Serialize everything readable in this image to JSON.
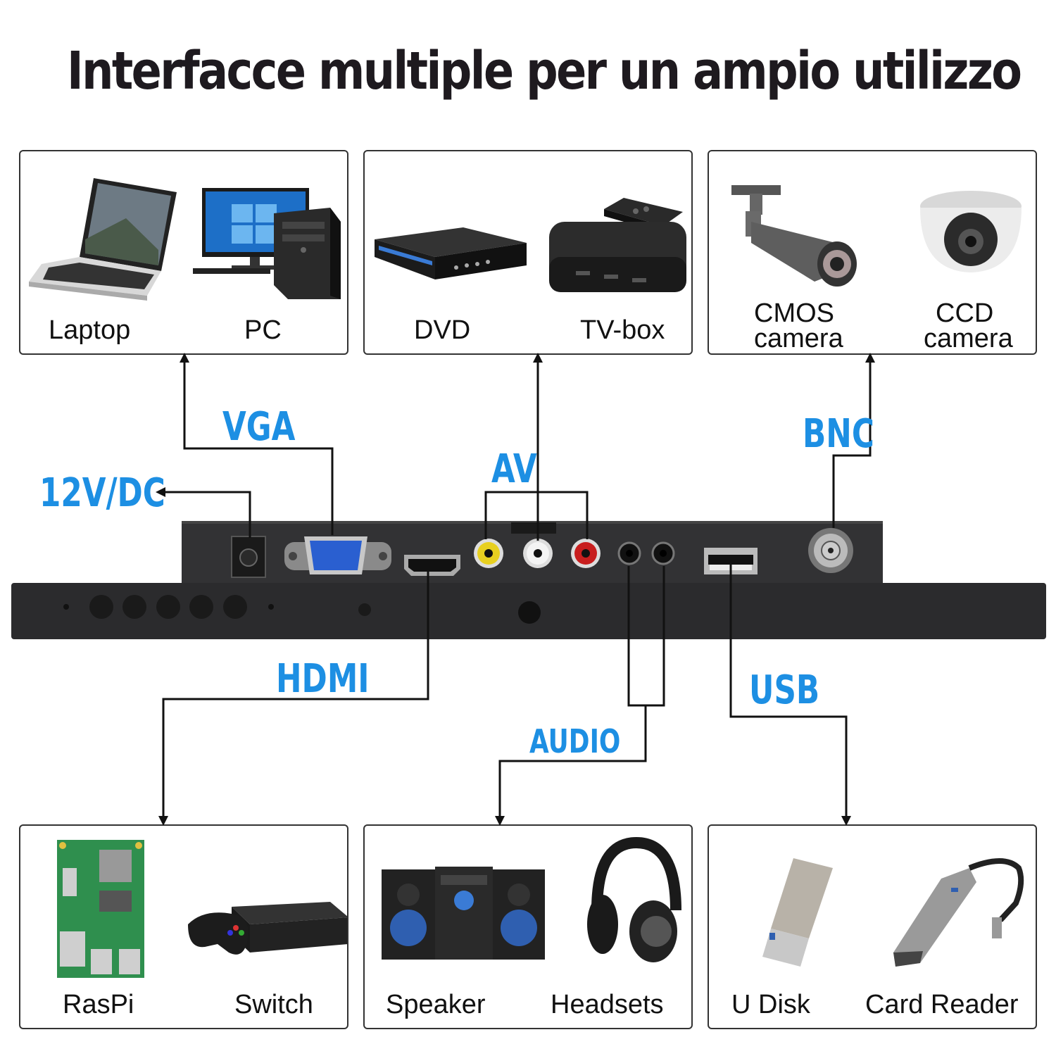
{
  "title": "Interfacce multiple per un ampio utilizzo",
  "colors": {
    "port_label": "#1d8fe3",
    "device_body": "#2b2b2d",
    "frame": "#333333"
  },
  "ports": {
    "vga": "VGA",
    "av": "AV",
    "bnc": "BNC",
    "dc": "12V/DC",
    "hdmi": "HDMI",
    "audio": "AUDIO",
    "usb": "USB"
  },
  "devices": {
    "laptop": "Laptop",
    "pc": "PC",
    "dvd": "DVD",
    "tvbox": "TV-box",
    "cmos_line1": "CMOS",
    "cmos_line2": "camera",
    "ccd_line1": "CCD",
    "ccd_line2": "camera",
    "raspi": "RasPi",
    "switch": "Switch",
    "speaker": "Speaker",
    "headsets": "Headsets",
    "udisk": "U Disk",
    "card_reader": "Card Reader"
  }
}
